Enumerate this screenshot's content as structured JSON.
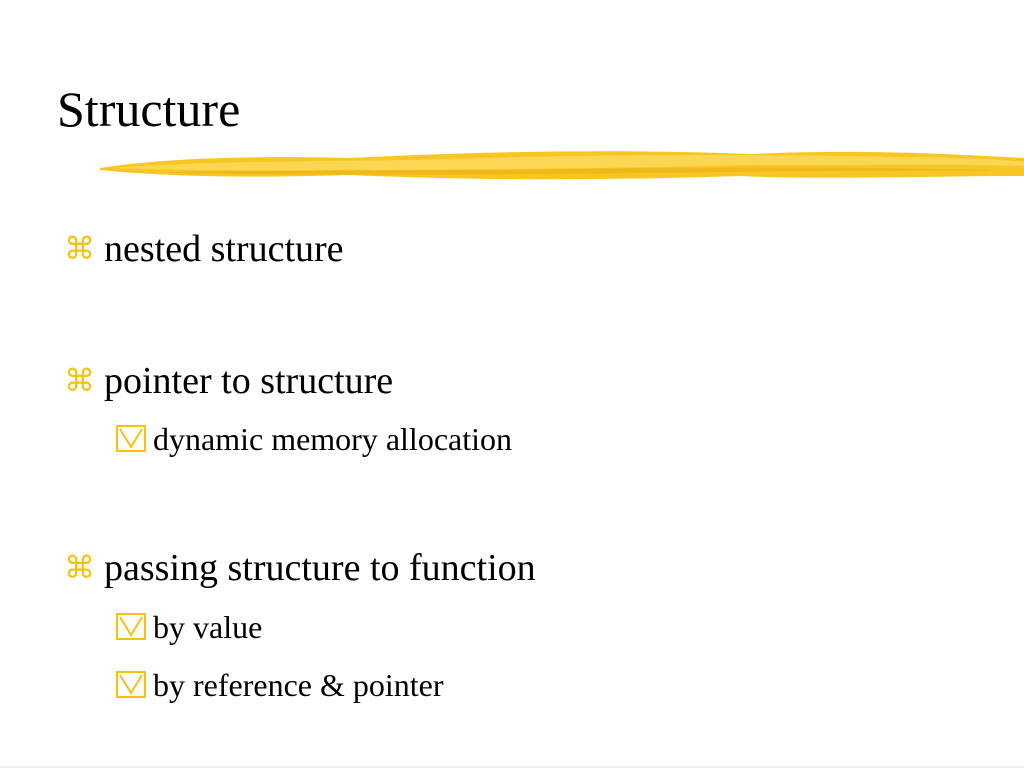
{
  "slide": {
    "title": "Structure",
    "accent_color": "#f7c10f",
    "items": [
      {
        "marker": "⌘",
        "label": "nested structure"
      },
      {
        "marker": "⌘",
        "label": "pointer to structure",
        "children": [
          {
            "label": "dynamic memory allocation"
          }
        ]
      },
      {
        "marker": "⌘",
        "label": "passing structure to function",
        "children": [
          {
            "label": "by value"
          },
          {
            "label": "by reference & pointer"
          }
        ]
      }
    ]
  },
  "icons": {
    "level1_bullet": "command-key-icon",
    "level2_bullet": "checkbox-triangle-icon"
  }
}
